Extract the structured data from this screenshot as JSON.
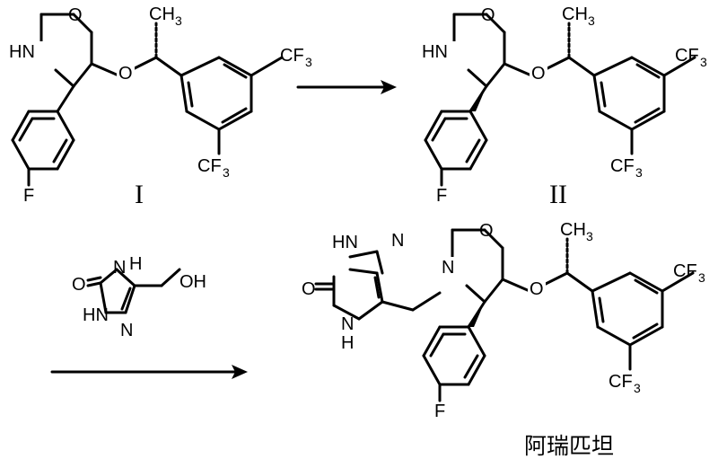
{
  "labels": {
    "O": "O",
    "HN": "HN",
    "N": "N",
    "F": "F",
    "CF": "CF",
    "sub3": "3",
    "CH": "CH",
    "OH": "OH",
    "H": "H",
    "HN_dash": "HN",
    "N_ring": "N"
  },
  "compounds": {
    "c1_label": "I",
    "c2_label": "II",
    "product_name": "阿瑞匹坦"
  }
}
